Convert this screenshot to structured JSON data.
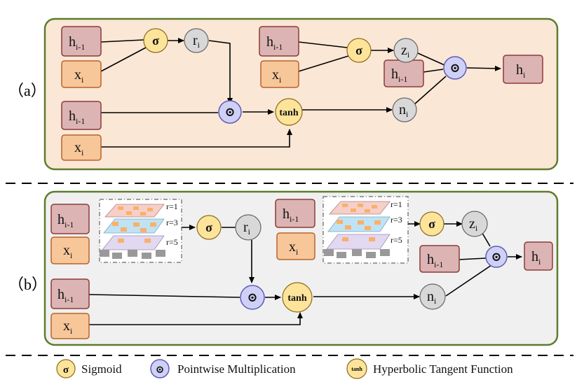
{
  "panels": {
    "a": {
      "label": "（a）"
    },
    "b": {
      "label": "（b）"
    }
  },
  "nodes": {
    "h_prev": {
      "main": "h",
      "sub": "i-1"
    },
    "x": {
      "main": "x",
      "sub": "i"
    },
    "h_out": {
      "main": "h",
      "sub": "i"
    },
    "r": {
      "main": "r",
      "sub": "i"
    },
    "z": {
      "main": "z",
      "sub": "i"
    },
    "n": {
      "main": "n",
      "sub": "i"
    },
    "sigma": "σ",
    "dot": "⊙",
    "tanh": "tanh"
  },
  "dilation_labels": [
    "r=1",
    "r=3",
    "r=5"
  ],
  "legend": {
    "sigmoid": "Sigmoid",
    "pointwise": "Pointwise Multiplication",
    "tanh": "Hyperbolic Tangent Function"
  },
  "colors": {
    "panel_a_bg": "#fbe7d6",
    "panel_b_bg": "#f0f0f0",
    "panel_border": "#5e7c2c",
    "h_box": "#dcb4b4",
    "h_box_border": "#8c3a3a",
    "x_box": "#f7c79a",
    "x_box_border": "#b8642a",
    "sigma_fill": "#fde49a",
    "tanh_fill": "#fde49a",
    "gray_node": "#d8d8d8",
    "dot_fill": "#cfd0f5",
    "dot_border": "#5c5cb8"
  }
}
